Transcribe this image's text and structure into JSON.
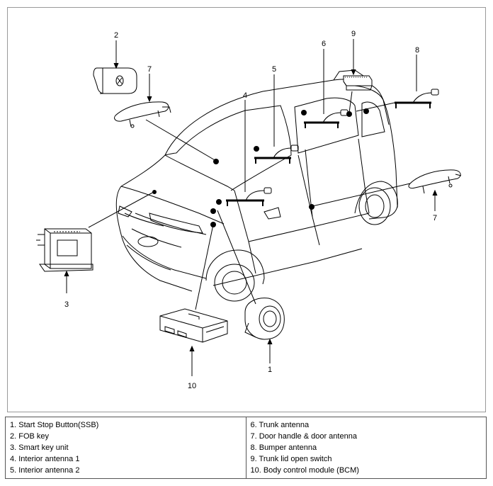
{
  "callouts": {
    "c1": "1",
    "c2": "2",
    "c3": "3",
    "c4": "4",
    "c5": "5",
    "c6": "6",
    "c7a": "7",
    "c7b": "7",
    "c8": "8",
    "c9": "9",
    "c10": "10"
  },
  "legend": {
    "left": [
      "1. Start Stop Button(SSB)",
      "2. FOB key",
      "3. Smart key unit",
      "4. Interior antenna 1",
      "5. Interior antenna 2"
    ],
    "right": [
      "6. Trunk antenna",
      "7. Door handle & door antenna",
      "8. Bumper antenna",
      "9. Trunk lid open switch",
      "10. Body control module (BCM)"
    ]
  }
}
